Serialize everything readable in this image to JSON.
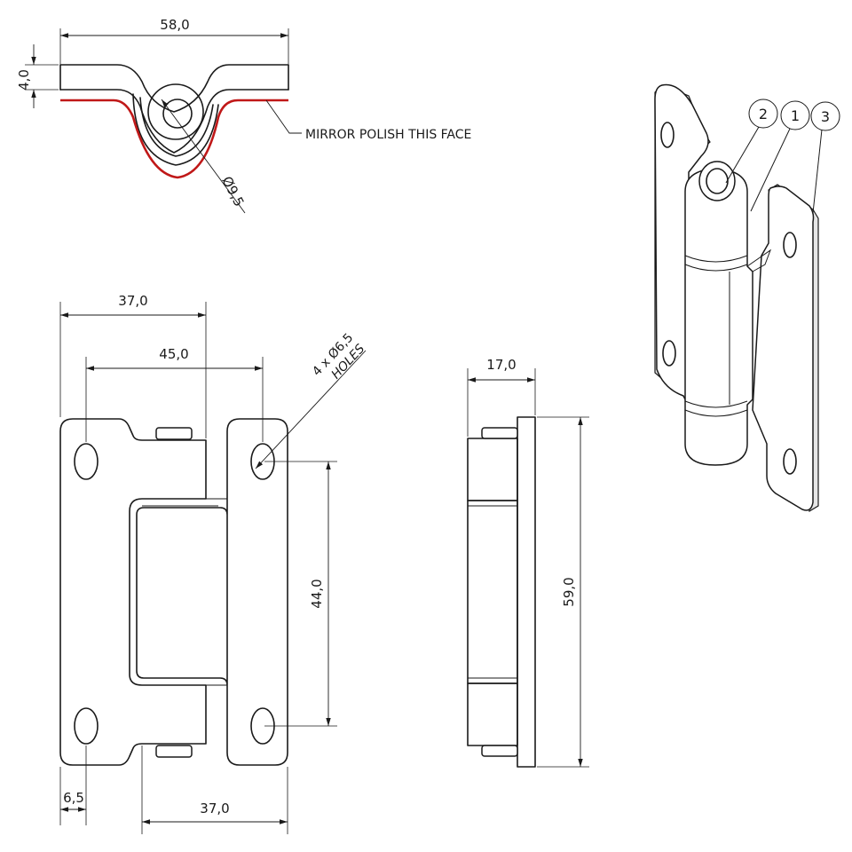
{
  "top_view": {
    "width_dim": "58,0",
    "thickness_dim": "4,0",
    "pin_dia_dim": "Ø9,5",
    "polish_note": "MIRROR POLISH THIS FACE"
  },
  "front_view": {
    "leaf_width_top": "37,0",
    "hole_spacing_h": "45,0",
    "hole_note_line1": "4 x Ø6,5",
    "hole_note_line2": "HOLES",
    "hole_spacing_v": "44,0",
    "edge_offset": "6,5",
    "leaf_width_bottom": "37,0"
  },
  "side_view": {
    "depth_dim": "17,0",
    "height_dim": "59,0"
  },
  "iso_view": {
    "balloons": [
      "2",
      "1",
      "3"
    ]
  },
  "colors": {
    "line": "#1a1a1a",
    "polish_face": "#c01818",
    "background": "#ffffff"
  }
}
